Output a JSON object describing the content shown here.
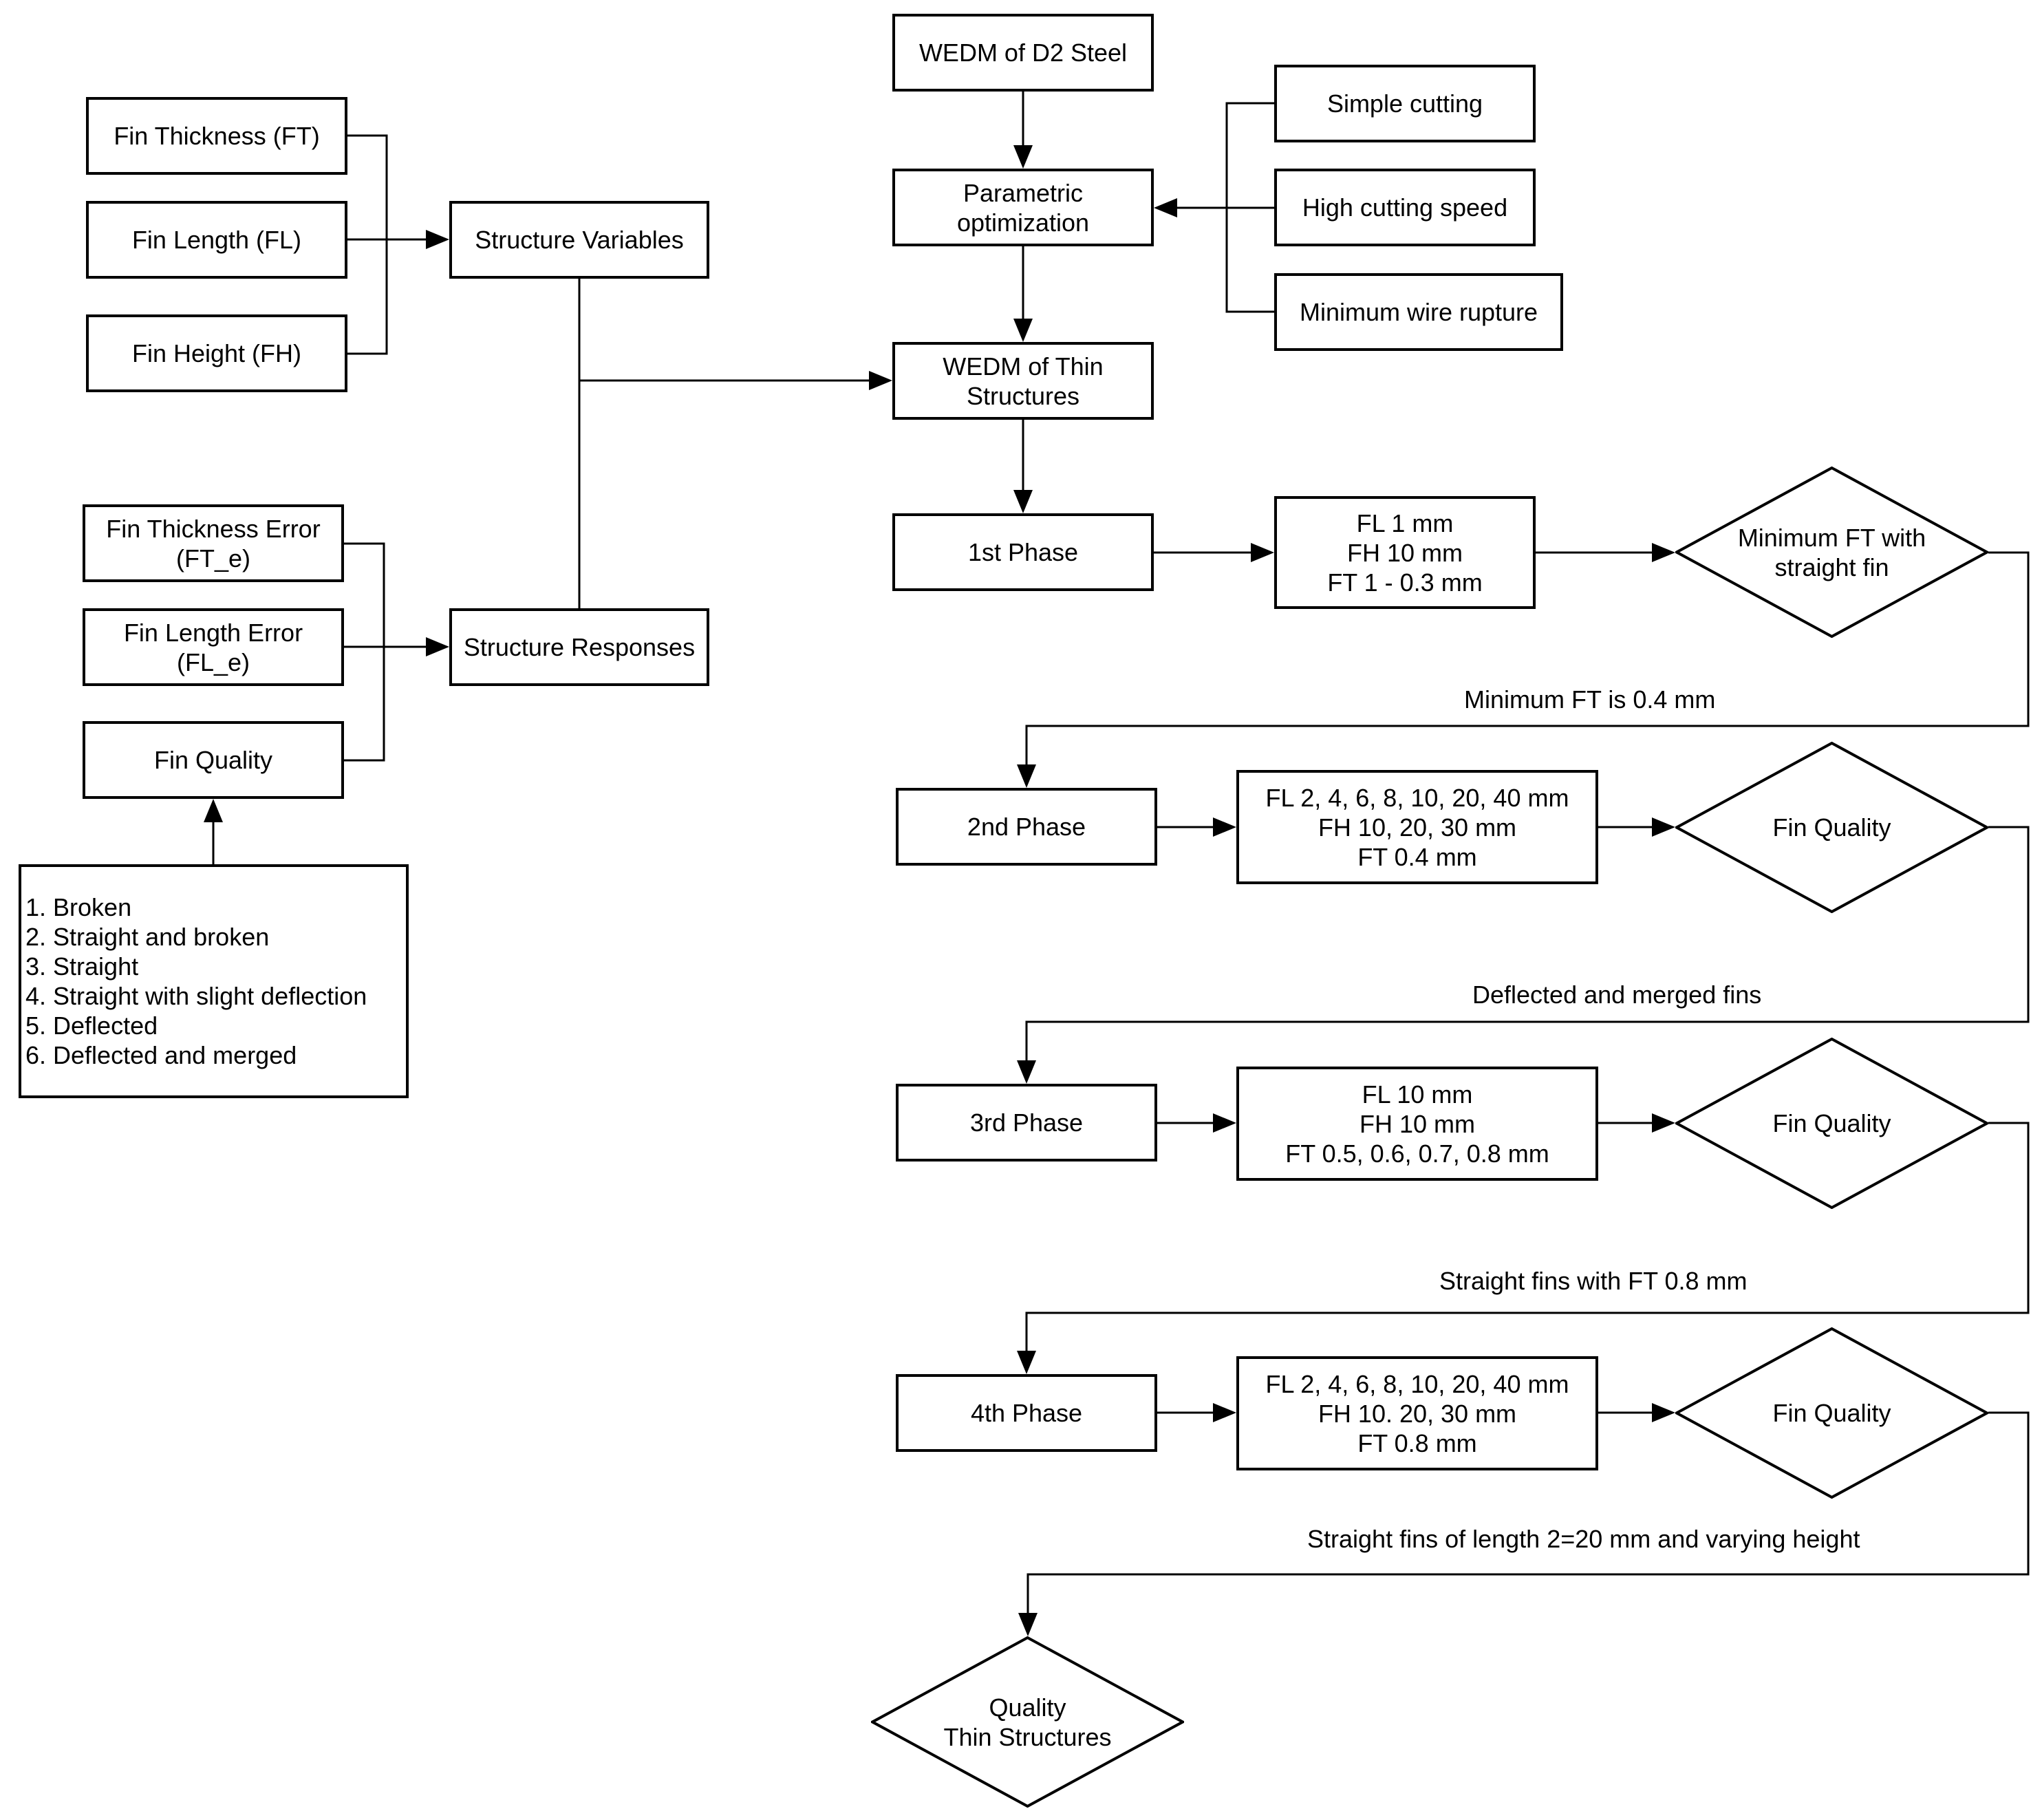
{
  "nodes": {
    "wedm_d2": "WEDM of D2 Steel",
    "param_opt": "Parametric\noptimization",
    "simple_cutting": "Simple cutting",
    "high_speed": "High cutting speed",
    "min_rupture": "Minimum wire rupture",
    "wedm_thin": "WEDM of Thin\nStructures",
    "fin_thickness": "Fin Thickness (FT)",
    "fin_length": "Fin Length (FL)",
    "fin_height": "Fin Height (FH)",
    "struct_vars": "Structure Variables",
    "ft_error": "Fin Thickness Error\n(FT_e)",
    "fl_error": "Fin Length Error\n(FL_e)",
    "fin_quality_box": "Fin Quality",
    "struct_resp": "Structure Responses",
    "quality_list": "1. Broken\n2. Straight and broken\n3. Straight\n4. Straight with slight deflection\n5. Deflected\n6. Deflected and merged",
    "phase1": "1st Phase",
    "phase1_params": "FL 1 mm\nFH 10 mm\nFT 1 - 0.3 mm",
    "phase1_decision": "Minimum FT with\nstraight fin",
    "phase1_result": "Minimum FT is 0.4 mm",
    "phase2": "2nd Phase",
    "phase2_params": "FL 2, 4, 6, 8, 10, 20, 40  mm\nFH 10, 20, 30  mm\nFT 0.4  mm",
    "phase2_decision": "Fin Quality",
    "phase2_result": "Deflected and merged fins",
    "phase3": "3rd Phase",
    "phase3_params": "FL 10  mm\nFH 10  mm\nFT 0.5, 0.6, 0.7, 0.8  mm",
    "phase3_decision": "Fin Quality",
    "phase3_result": "Straight fins with FT 0.8 mm",
    "phase4": "4th Phase",
    "phase4_params": "FL 2, 4, 6, 8, 10, 20, 40  mm\nFH 10. 20, 30  mm\nFT  0.8  mm",
    "phase4_decision": "Fin Quality",
    "phase4_result": "Straight fins of length 2=20 mm and varying height",
    "final_decision": "Quality\nThin Structures"
  }
}
